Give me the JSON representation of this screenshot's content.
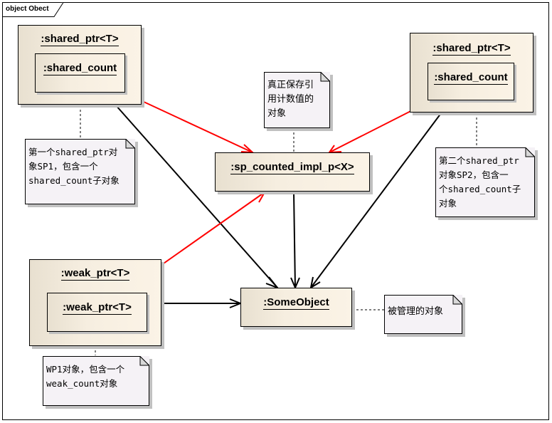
{
  "frame": {
    "label": "object Obect"
  },
  "objects": {
    "sp1_outer": ":shared_ptr<T>",
    "sp1_inner": ":shared_count",
    "sp2_outer": ":shared_ptr<T>",
    "sp2_inner": ":shared_count",
    "counted": ":sp_counted_impl_p<X>",
    "wp_outer": ":weak_ptr<T>",
    "wp_inner": ":weak_ptr<T>",
    "some_object": ":SomeObject"
  },
  "notes": {
    "sp1": "第一个shared_ptr对\n象SP1，包含一个\nshared_count子对象",
    "counted": "真正保存引\n用计数值的\n对象",
    "sp2": "第二个shared_ptr\n对象SP2，包含一\n个shared_count子\n对象",
    "wp1": "WP1对象，包含一个\nweak_count对象",
    "some_object": "被管理的对象"
  },
  "colors": {
    "ownership_link": "#000000",
    "count_link": "#ff0000",
    "object_fill": "#f6eee0",
    "note_fill": "#f5f2f6"
  }
}
